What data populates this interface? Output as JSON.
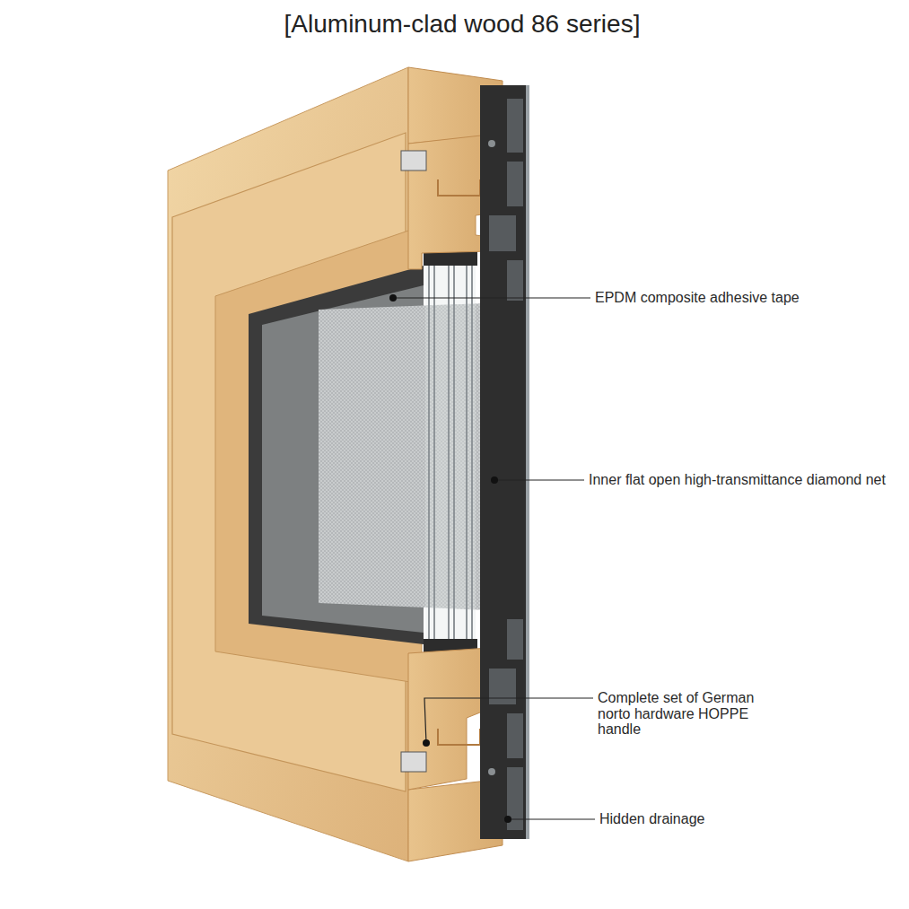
{
  "diagram": {
    "title": "[Aluminum-clad wood 86 series]",
    "labels": [
      "EPDM composite adhesive tape",
      "Inner flat open high-transmittance diamond net",
      "Complete set of German norto hardware HOPPE handle",
      "Hidden drainage"
    ]
  }
}
